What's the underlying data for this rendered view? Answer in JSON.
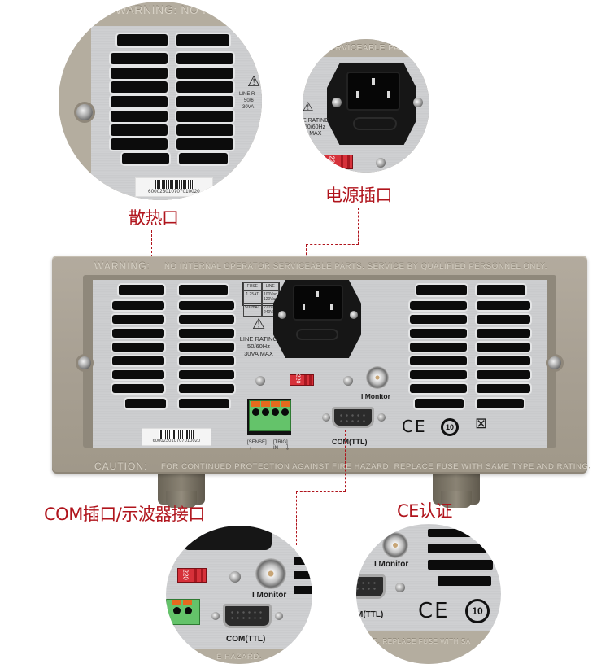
{
  "callouts": {
    "heat_vent": "散热口",
    "power_socket": "电源插口",
    "com_port": "COM插口/示波器接口",
    "ce_cert": "CE认证"
  },
  "device": {
    "warning_label": "WARNING:",
    "warning_text": "NO INTERNAL OPERATOR SERVICEABLE PARTS. SERVICE BY QUALIFIED PERSONNEL ONLY.",
    "caution_label": "CAUTION:",
    "caution_text": "FOR CONTINUED PROTECTION AGAINST FIRE HAZARD, REPLACE FUSE WITH SAME TYPE AND RATING.",
    "fuse_table": {
      "header": [
        "FUSE",
        "LINE"
      ],
      "rows": [
        [
          "1.25AT",
          "100Vac 120Vac"
        ],
        [
          "500mAT",
          "220Vac 240Vac"
        ]
      ]
    },
    "line_rating": [
      "LINE RATING",
      "50/60Hz",
      "30VA MAX"
    ],
    "voltage_switch": "220",
    "i_monitor": "I Monitor",
    "com_port": "COM(TTL)",
    "sense_label": "[SENSE]",
    "sense_pins": [
      "+",
      "−"
    ],
    "trig_label": "[TRIG]",
    "trig_pins": [
      "IN",
      "⏚"
    ],
    "barcode_number": "600023010707010020",
    "ce_mark": "CE",
    "epup_mark": "10",
    "weee_icon": "⊠"
  },
  "zoom_heat": {
    "warning_fragment": "WARNING:  NO I",
    "line_fragment": [
      "LINE R",
      "50/6",
      "30VA"
    ],
    "barcode_number": "600023010707010020"
  },
  "zoom_power": {
    "top_fragment": "SERVICEABLE PARTS.",
    "rating_fragment": [
      "E RATING",
      "50/60Hz",
      "A MAX"
    ],
    "voltage_switch": "220"
  },
  "zoom_com": {
    "voltage_switch": "220",
    "i_monitor": "I Monitor",
    "com_port": "COM(TTL)",
    "bottom_fragment": "E HAZARD."
  },
  "zoom_ce": {
    "i_monitor": "I Monitor",
    "com_fragment": "M(TTL)",
    "ce_mark": "CE",
    "epup_mark": "10",
    "bottom_fragment": "RD,  REPLACE FUSE WITH SA"
  },
  "colors": {
    "callout_red": "#b0141c",
    "frame_beige": "#aaa294",
    "panel_silver": "#cdced0"
  }
}
